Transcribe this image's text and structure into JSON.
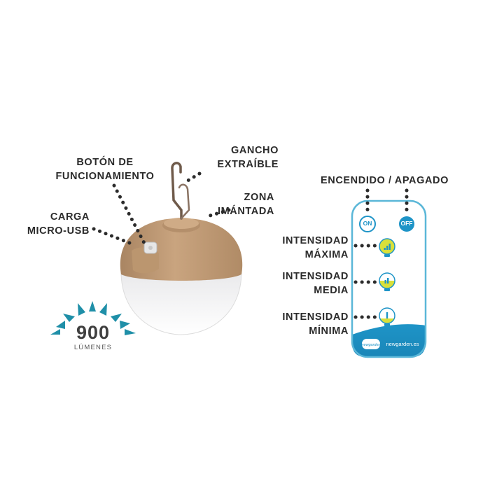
{
  "colors": {
    "lamp_body": "#c59e78",
    "lamp_body_dark": "#a27b57",
    "lamp_diffuser": "#f1f1f1",
    "hook_metal": "#7a6455",
    "remote_border": "#5bb7d8",
    "remote_blue": "#1e94c7",
    "button_on_bg": "#ffffff",
    "bulb_yellow": "#d9e03a",
    "badge_rays": "#1f8fa8",
    "label_text": "#2b2b2b",
    "dots": "#2b2b2b"
  },
  "badge": {
    "value": "900",
    "unit": "LÚMENES"
  },
  "labels": {
    "boton": {
      "line1": "BOTÓN DE",
      "line2": "FUNCIONAMIENTO"
    },
    "gancho": {
      "line1": "GANCHO",
      "line2": "EXTRAÍBLE"
    },
    "zona": {
      "line1": "ZONA",
      "line2": "IMÁNTADA"
    },
    "carga": {
      "line1": "CARGA",
      "line2": "MICRO-USB"
    },
    "encendido": "ENCENDIDO / APAGADO",
    "int_max": {
      "line1": "INTENSIDAD",
      "line2": "MÁXIMA"
    },
    "int_media": {
      "line1": "INTENSIDAD",
      "line2": "MEDIA"
    },
    "int_min": {
      "line1": "INTENSIDAD",
      "line2": "MÍNIMA"
    }
  },
  "remote": {
    "on_label": "ON",
    "off_label": "OFF",
    "footer_brand": "newgarden.es"
  },
  "icons": {
    "bulb_max": "bulb-three-bars-icon",
    "bulb_medium": "bulb-two-bars-icon",
    "bulb_min": "bulb-one-bar-icon",
    "brand_logo": "new-garden-logo-icon"
  }
}
